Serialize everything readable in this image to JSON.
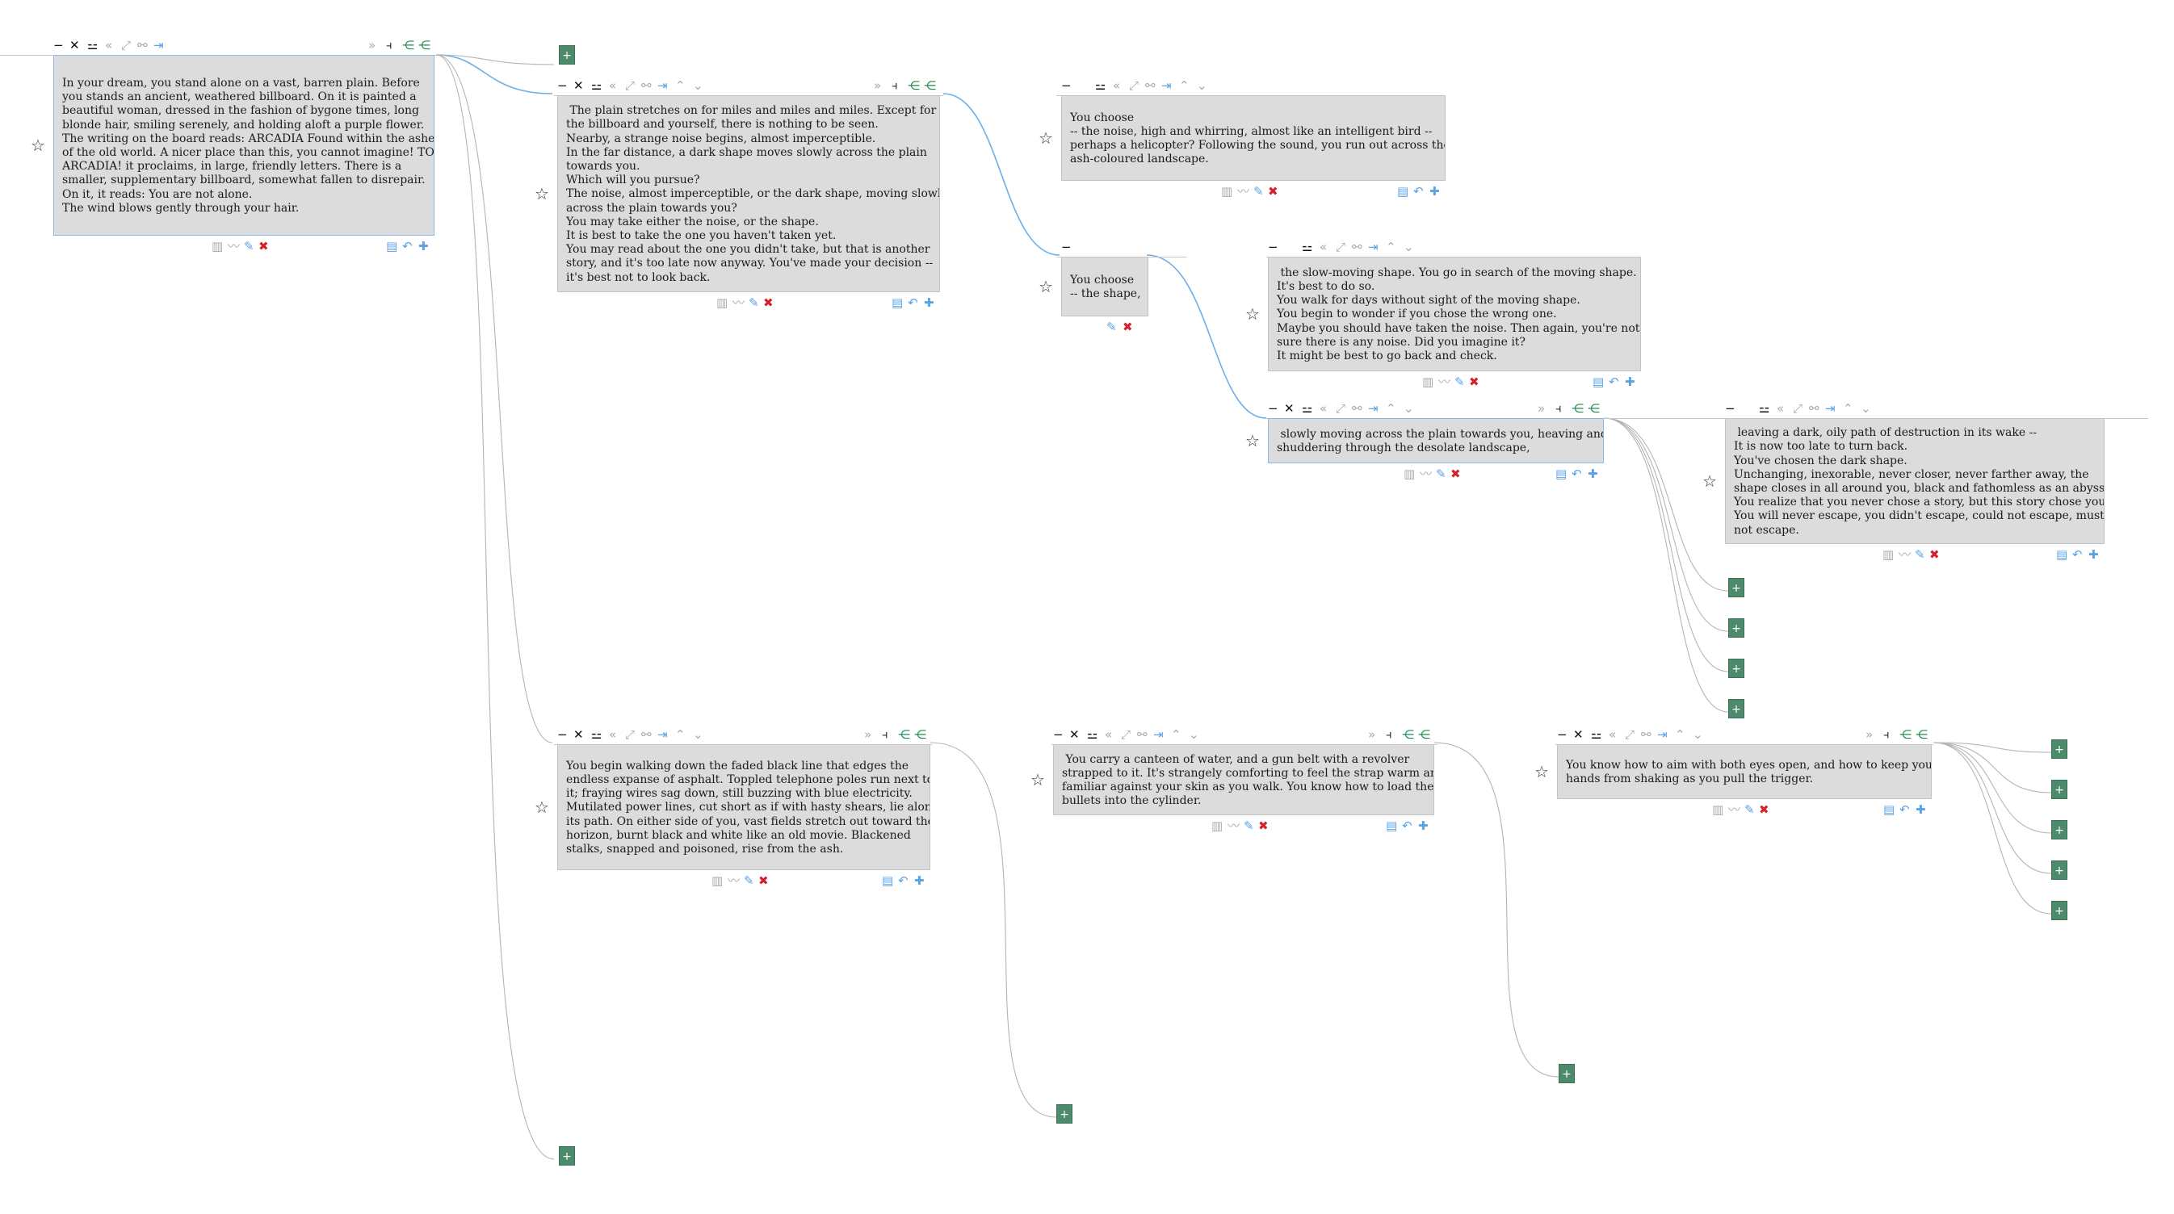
{
  "theme": {
    "node_bg": "#dcdcdc",
    "selected_border": "#8fb8e8",
    "wire_active": "#6aaee8",
    "wire_inactive": "#b5b5b5",
    "add_button": "#4d8a6b",
    "delete_red": "#d3222e",
    "action_blue": "#5aa2e6",
    "branch_green": "#1f8a4c"
  },
  "glyphs": {
    "collapse": "−",
    "expand_all": "✕",
    "tree": "⚍",
    "prev": "«",
    "link": "⤢",
    "chain": "⚯",
    "export": "⇥",
    "up": "⌃",
    "down": "⌄",
    "next": "»",
    "split": "⫞",
    "branch": "⋲",
    "star": "☆",
    "book": "▥",
    "stats": "〰",
    "edit": "✎",
    "delete": "✖",
    "save": "▤",
    "undo": "↶",
    "add": "✚",
    "add_child": "+"
  },
  "nodes": [
    {
      "id": "root",
      "text": "In your dream, you stand alone on a vast, barren plain. Before\nyou stands an ancient, weathered billboard. On it is painted a\nbeautiful woman, dressed in the fashion of bygone times, long\nblonde hair, smiling serenely, and holding aloft a purple flower.\nThe writing on the board reads: ARCADIA Found within the ashes\nof the old world. A nicer place than this, you cannot imagine! TO\nARCADIA! it proclaims, in large, friendly letters. There is a\nsmaller, supplementary billboard, somewhat fallen to disrepair.\nOn it, it reads: You are not alone.\nThe wind blows gently through your hair."
    },
    {
      "id": "plain",
      "text": " The plain stretches on for miles and miles and miles. Except for\nthe billboard and yourself, there is nothing to be seen.\nNearby, a strange noise begins, almost imperceptible.\nIn the far distance, a dark shape moves slowly across the plain\ntowards you.\nWhich will you pursue?\nThe noise, almost imperceptible, or the dark shape, moving slowly\nacross the plain towards you?\nYou may take either the noise, or the shape.\nIt is best to take the one you haven't taken yet.\nYou may read about the one you didn't take, but that is another\nstory, and it's too late now anyway. You've made your decision --\nit's best not to look back."
    },
    {
      "id": "noise",
      "text": "You choose\n-- the noise, high and whirring, almost like an intelligent bird --\nperhaps a helicopter? Following the sound, you run out across the\nash-coloured landscape."
    },
    {
      "id": "shape",
      "text": "You choose\n-- the shape,"
    },
    {
      "id": "slowmoving",
      "text": " the slow-moving shape. You go in search of the moving shape.\nIt's best to do so.\nYou walk for days without sight of the moving shape.\nYou begin to wonder if you chose the wrong one.\nMaybe you should have taken the noise. Then again, you're not\nsure there is any noise. Did you imagine it?\nIt might be best to go back and check."
    },
    {
      "id": "heaving",
      "text": " slowly moving across the plain towards you, heaving and\nshuddering through the desolate landscape,"
    },
    {
      "id": "oily",
      "text": " leaving a dark, oily path of destruction in its wake --\nIt is now too late to turn back.\nYou've chosen the dark shape.\nUnchanging, inexorable, never closer, never farther away, the\nshape closes in all around you, black and fathomless as an abyss.\nYou realize that you never chose a story, but this story chose you.\nYou will never escape, you didn't escape, could not escape, must\nnot escape."
    },
    {
      "id": "walking",
      "text": "You begin walking down the faded black line that edges the\nendless expanse of asphalt. Toppled telephone poles run next to\nit; fraying wires sag down, still buzzing with blue electricity.\nMutilated power lines, cut short as if with hasty shears, lie along\nits path. On either side of you, vast fields stretch out toward the\nhorizon, burnt black and white like an old movie. Blackened\nstalks, snapped and poisoned, rise from the ash."
    },
    {
      "id": "canteen",
      "text": " You carry a canteen of water, and a gun belt with a revolver\nstrapped to it. It's strangely comforting to feel the strap warm and\nfamiliar against your skin as you walk. You know how to load the\nbullets into the cylinder."
    },
    {
      "id": "aim",
      "text": "You know how to aim with both eyes open, and how to keep your\nhands from shaking as you pull the trigger."
    }
  ]
}
